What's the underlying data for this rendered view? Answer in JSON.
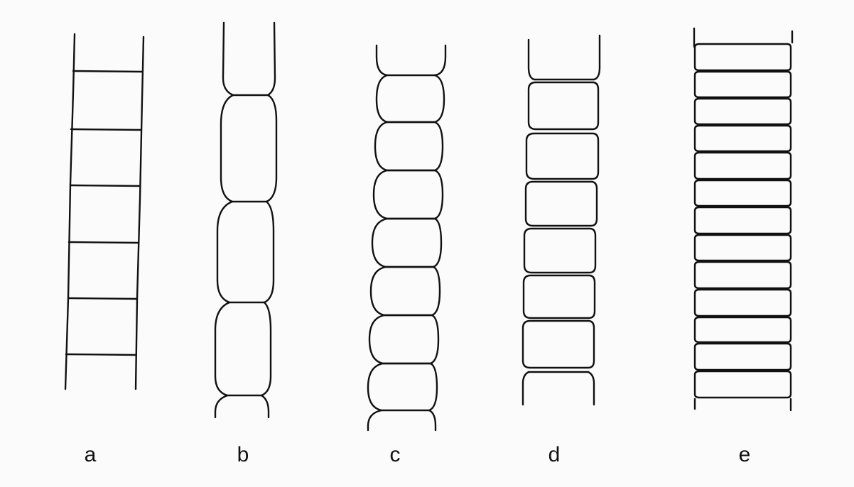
{
  "colors": {
    "background": "#fbfbfb",
    "line": "#111111"
  },
  "panels": [
    {
      "id": "a",
      "label": "a"
    },
    {
      "id": "b",
      "label": "b"
    },
    {
      "id": "c",
      "label": "c"
    },
    {
      "id": "d",
      "label": "d"
    },
    {
      "id": "e",
      "label": "e"
    }
  ]
}
